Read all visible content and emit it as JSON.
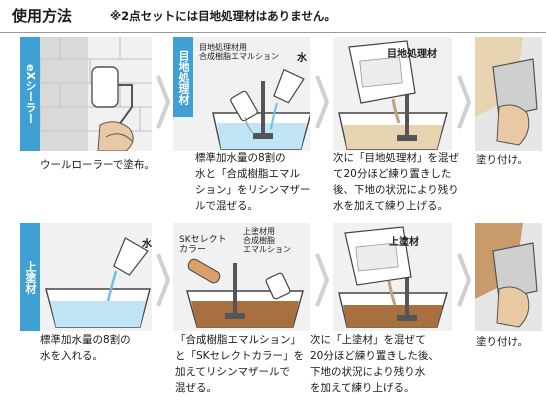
{
  "header": {
    "title": "使用方法",
    "note": "※2点セットには目地処理材はありません。"
  },
  "section1": {
    "tab_label": "eXシーラー",
    "step1_caption": "ウールローラーで塗布。",
    "step2_tab_label": "目地処理材",
    "step2_img_label_resin": "目地処理材用\n合成樹脂エマルション",
    "step2_img_label_water": "水",
    "step2_caption": "標準加水量の8割の\n水と「合成樹脂エマル\nション」をリシンマザー\nルで混ぜる。",
    "step3_img_label_bag": "目地処理材",
    "step3_caption": "次に「目地処理材」を混ぜ\nて20分ほど練り置きした\n後、下地の状況により残り\n水を加えて練り上げる。",
    "step4_caption": "塗り付け。"
  },
  "section2": {
    "tab_label": "上塗材",
    "step1_img_label_water": "水",
    "step1_caption": "標準加水量の8割の\n水を入れる。",
    "step2_img_label_color": "SKセレクト\nカラー",
    "step2_img_label_resin": "上塗材用\n合成樹脂\nエマルション",
    "step2_caption": "「合成樹脂エマルション」\nと「SKセレクトカラー」を\n加えてリシンマザールで\n混ぜる。",
    "step3_img_label_bag": "上塗材",
    "step3_caption": "次に「上塗材」を混ぜて\n20分ほど練り置きした後、\n下地の状況により残り水\nを加えて練り上げる。",
    "step4_caption": "塗り付け。"
  },
  "colors": {
    "accent_blue": "#3fa0d4",
    "panel_gray": "#f1f1f1",
    "water_blue": "#bfe4f5",
    "paste_tan": "#e8d3b0",
    "coating_brown": "#a8703e"
  }
}
